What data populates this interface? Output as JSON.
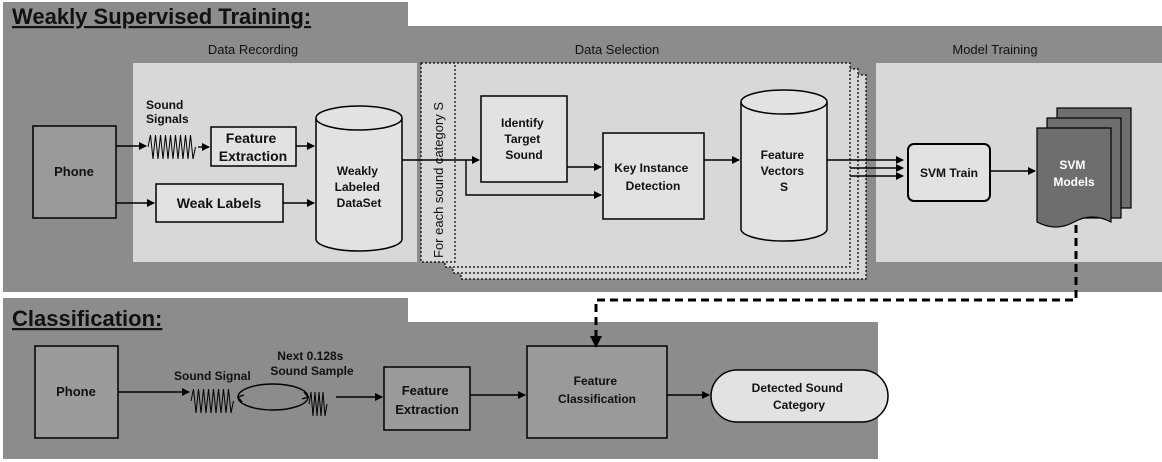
{
  "training": {
    "title": "Weakly Supervised Training:",
    "sections": {
      "recording": "Data Recording",
      "selection": "Data Selection",
      "model": "Model Training"
    },
    "phone": "Phone",
    "sound_signals": [
      "Sound",
      "Signals"
    ],
    "feature_extraction": [
      "Feature",
      "Extraction"
    ],
    "weak_labels": "Weak Labels",
    "dataset": [
      "Weakly",
      "Labeled",
      "DataSet"
    ],
    "for_each": "For each sound category S",
    "identify": [
      "Identify",
      "Target",
      "Sound"
    ],
    "key_instance": [
      "Key Instance",
      "Detection"
    ],
    "feature_vectors": [
      "Feature",
      "Vectors",
      "S"
    ],
    "svm_train": "SVM Train",
    "svm_models": [
      "SVM",
      "Models"
    ]
  },
  "classification": {
    "title": "Classification:",
    "phone": "Phone",
    "sound_signal": "Sound Signal",
    "next_sample": [
      "Next 0.128s",
      "Sound Sample"
    ],
    "feature_extraction": [
      "Feature",
      "Extraction"
    ],
    "feature_classification": [
      "Feature",
      "Classification"
    ],
    "detected": [
      "Detected Sound",
      "Category"
    ]
  },
  "colors": {
    "panel_dark": "#8c8c8c",
    "panel_light": "#d8d8d8",
    "box_mid": "#9a9a9a",
    "box_light": "#e2e2e2",
    "svm_models": "#6e6e6e"
  }
}
